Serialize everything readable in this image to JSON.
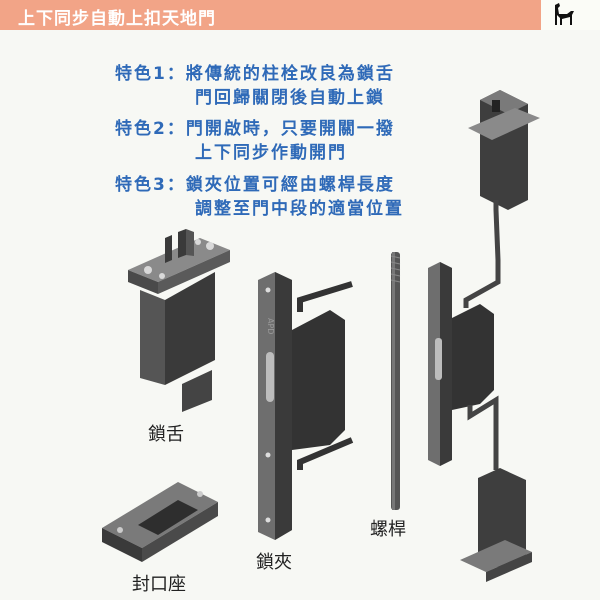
{
  "header": {
    "title": "上下同步自動上扣天地門",
    "logo_icon": "greyhound-dog-logo-icon",
    "strip_color": "#f2a487"
  },
  "features": [
    {
      "label": "特色1：",
      "line1": "將傳統的柱栓改良為鎖舌",
      "line2": "門回歸關閉後自動上鎖"
    },
    {
      "label": "特色2：",
      "line1": "門開啟時，只要開關一撥",
      "line2": "上下同步作動開門"
    },
    {
      "label": "特色3：",
      "line1": "鎖夾位置可經由螺桿長度",
      "line2": "調整至門中段的適當位置"
    }
  ],
  "captions": {
    "bolt": "鎖舌",
    "strike": "封口座",
    "clamp": "鎖夾",
    "rod": "螺桿"
  },
  "plate_mark": "APD",
  "colors": {
    "feature_text": "#2f6ab8",
    "metal_dark": "#3a3a3a",
    "metal_light": "#6e6e6e"
  }
}
